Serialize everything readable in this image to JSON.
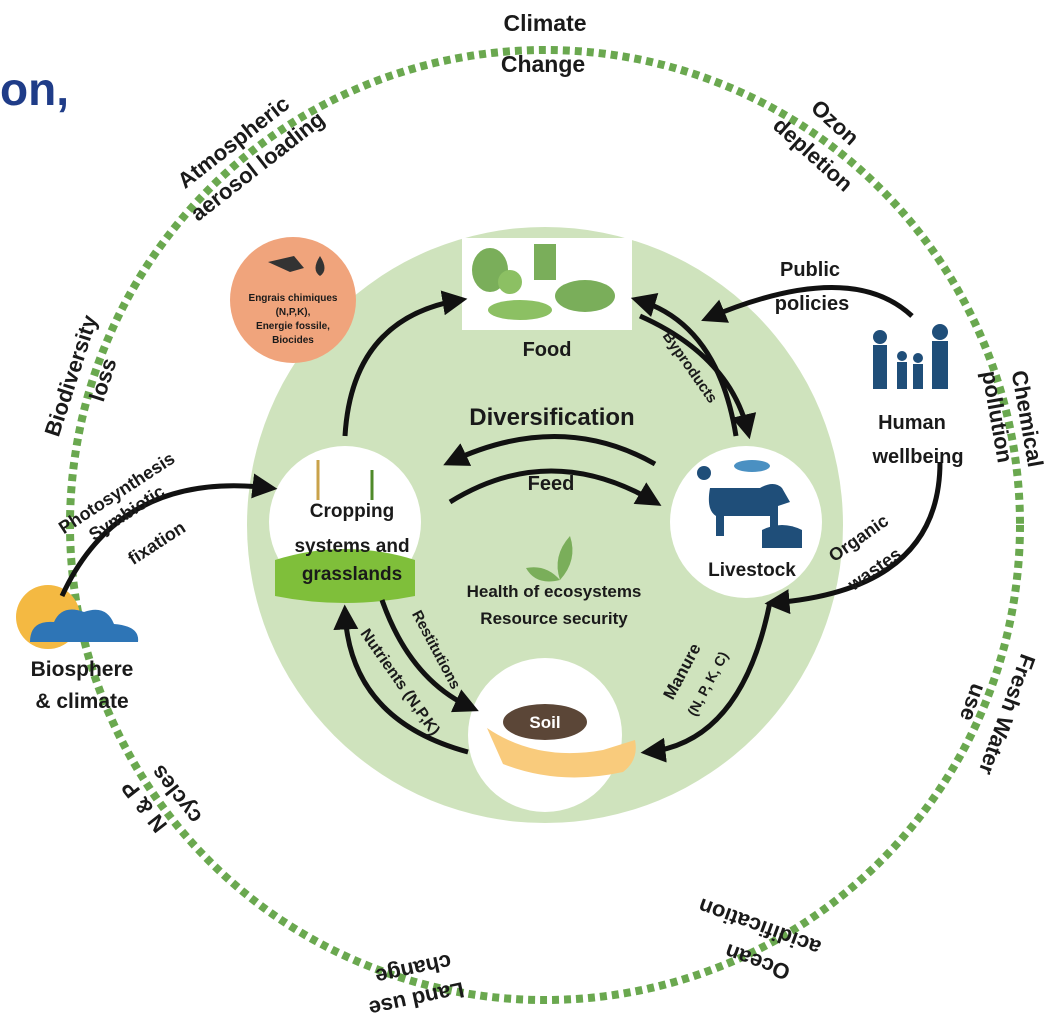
{
  "title_fragment": "on,",
  "center": {
    "title": "Diversification",
    "feed": "Feed",
    "health_line1": "Health of ecosystems",
    "health_line2": "Resource security"
  },
  "nodes": {
    "food": "Food",
    "livestock": "Livestock",
    "soil": "Soil",
    "cropping_line1": "Cropping",
    "cropping_line2": "systems and",
    "cropping_line3": "grasslands",
    "human_line1": "Human",
    "human_line2": "wellbeing",
    "biosphere_line1": "Biosphere",
    "biosphere_line2": "& climate",
    "inputs_line1": "Engrais chimiques",
    "inputs_line2": "(N,P,K),",
    "inputs_line3": "Energie fossile,",
    "inputs_line4": "Biocides"
  },
  "flows": {
    "byproducts": "Byproducts",
    "restitutions": "Restitutions",
    "nutrients": "Nutrients (N,P,K)",
    "manure": "Manure",
    "manure_sub": "(N, P, K, C)",
    "organic": "Organic",
    "wastes": "wastes",
    "public": "Public",
    "policies": "policies",
    "photosynthesis": "Photosynthesis",
    "symbiotic": "Symbiotic",
    "fixation": "fixation"
  },
  "boundaries": {
    "climate1": "Climate",
    "climate2": "Change",
    "ozone1": "Ozon",
    "ozone2": "depletion",
    "chemical1": "Chemical",
    "chemical2": "pollution",
    "fresh1": "Fresh Water",
    "fresh2": "use",
    "ocean1": "Ocean",
    "ocean2": "acidification",
    "land1": "Land use",
    "land2": "change",
    "np1": "N & P",
    "np2": "cycles",
    "biodiv1": "Biodiversity",
    "biodiv2": "loss",
    "aerosol1": "Atmospheric",
    "aerosol2": "aerosol loading"
  },
  "colors": {
    "dashed_ring": "#6aa84f",
    "center_disc": "#cfe3bd",
    "title": "#1f3c88",
    "livestock": "#1f4e79",
    "inputs_disc": "#f0a47c",
    "sun": "#f4b942",
    "cloud": "#2e75b6",
    "hand": "#f9cb7c",
    "soil": "#5b4637"
  }
}
